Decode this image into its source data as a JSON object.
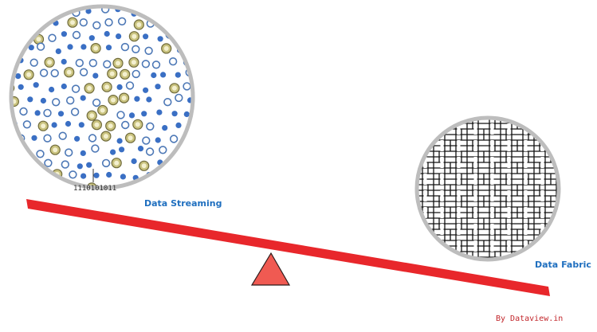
{
  "labels": {
    "left": "Data Streaming",
    "right": "Data Fabric",
    "binary": "1110101011",
    "credit": "By Dataview.in"
  },
  "colors": {
    "beam": "#e8272b",
    "fulcrum": "#f05a52",
    "fulcrum_stroke": "#2a1a1a",
    "label": "#1f6fbf",
    "credit": "#c2262b",
    "circle_border": "#bdbdbd",
    "dot_blue": "#3a6fc4",
    "ring_blue": "#4d78b6",
    "ring_olive": "#c9c27e",
    "fabric_stroke": "#111111",
    "binary_text": "#333333"
  },
  "icons": {
    "left_circle": "data-particles-icon",
    "right_circle": "woven-fabric-icon"
  }
}
